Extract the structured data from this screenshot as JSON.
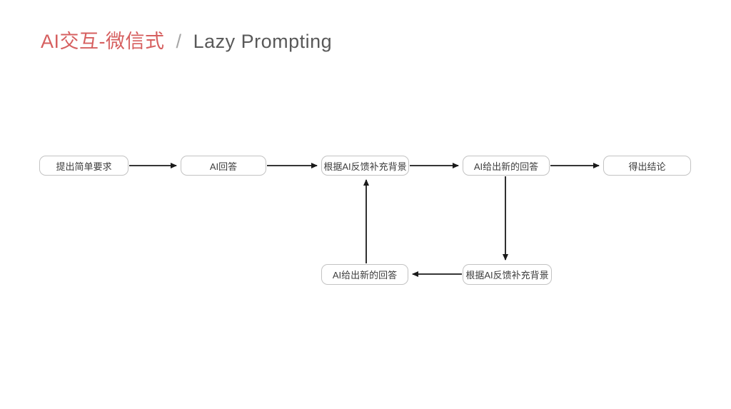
{
  "title": {
    "primary": "AI交互-微信式",
    "separator": "/",
    "secondary": "Lazy Prompting",
    "primary_color": "#d65f5f",
    "secondary_color": "#595959"
  },
  "flowchart": {
    "nodes": [
      {
        "id": "step-1",
        "label": "提出简单要求"
      },
      {
        "id": "step-2",
        "label": "AI回答"
      },
      {
        "id": "step-3",
        "label": "根据AI反馈补充背景"
      },
      {
        "id": "step-4",
        "label": "AI给出新的回答"
      },
      {
        "id": "step-5",
        "label": "得出结论"
      },
      {
        "id": "step-6-loop",
        "label": "AI给出新的回答"
      },
      {
        "id": "step-7-loop",
        "label": "根据AI反馈补充背景"
      }
    ],
    "edges": [
      {
        "from": "提出简单要求",
        "to": "AI回答",
        "direction": "right"
      },
      {
        "from": "AI回答",
        "to": "根据AI反馈补充背景",
        "direction": "right"
      },
      {
        "from": "根据AI反馈补充背景",
        "to": "AI给出新的回答",
        "direction": "right"
      },
      {
        "from": "AI给出新的回答",
        "to": "得出结论",
        "direction": "right"
      },
      {
        "from": "AI给出新的回答",
        "to": "根据AI反馈补充背景(loop)",
        "direction": "down"
      },
      {
        "from": "根据AI反馈补充背景(loop)",
        "to": "AI给出新的回答(loop)",
        "direction": "left"
      },
      {
        "from": "AI给出新的回答(loop)",
        "to": "根据AI反馈补充背景",
        "direction": "up"
      }
    ],
    "node_border_color": "#c3c3c3",
    "node_text_color": "#3d3d3d",
    "arrow_color": "#1a1a1a"
  }
}
